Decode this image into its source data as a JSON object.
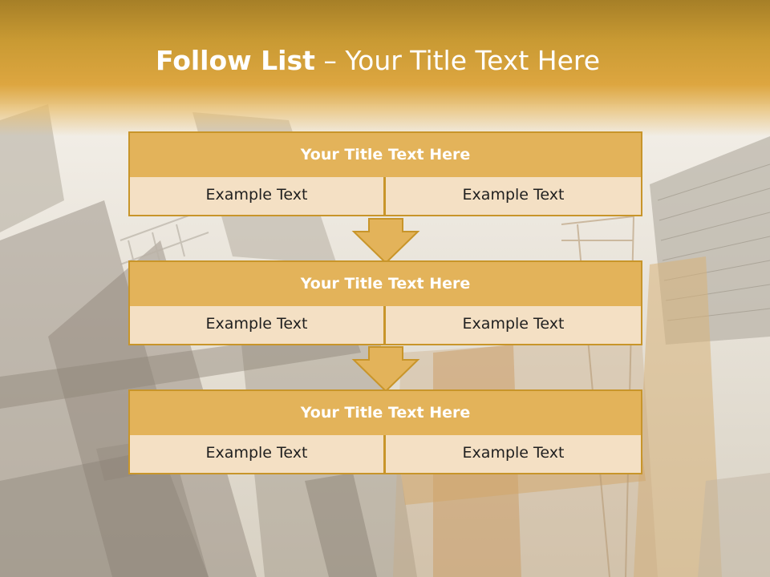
{
  "slide": {
    "title_bold": "Follow List",
    "title_rest": " – Your Title Text Here",
    "colors": {
      "header": "#dda640",
      "box_head": "#e3b35a",
      "box_cell": "#f4e0c4",
      "border": "#c8952a"
    },
    "steps": [
      {
        "title": "Your Title Text Here",
        "left": "Example Text",
        "right": "Example Text"
      },
      {
        "title": "Your Title Text Here",
        "left": "Example Text",
        "right": "Example Text"
      },
      {
        "title": "Your Title Text Here",
        "left": "Example Text",
        "right": "Example Text"
      }
    ],
    "arrow_icon": "down-arrow-icon",
    "background_image": "construction-cranes-steel-frame-photo"
  }
}
